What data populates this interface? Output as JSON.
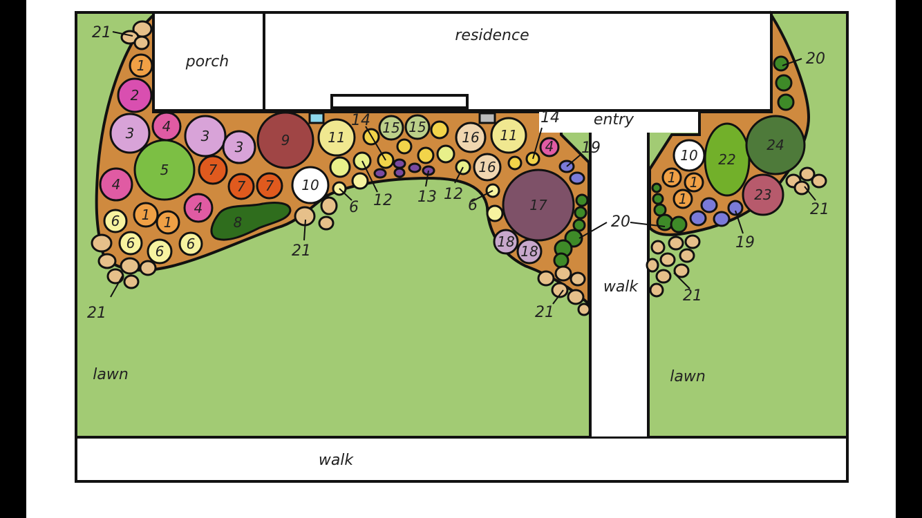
{
  "labels": {
    "residence": "residence",
    "porch": "porch",
    "entry": "entry",
    "walk_bottom": "walk",
    "walk_side": "walk",
    "lawn_left": "lawn",
    "lawn_right": "lawn"
  },
  "plants": {
    "p1": "1",
    "p2": "2",
    "p3": "3",
    "p4": "4",
    "p5": "5",
    "p6": "6",
    "p7": "7",
    "p8": "8",
    "p9": "9",
    "p10": "10",
    "p11": "11",
    "p12": "12",
    "p13": "13",
    "p14": "14",
    "p15": "15",
    "p16": "16",
    "p17": "17",
    "p18": "18",
    "p19": "19",
    "p20": "20",
    "p21": "21",
    "p22": "22",
    "p23": "23",
    "p24": "24"
  },
  "colors": {
    "background": "#000000",
    "page": "#ffffff",
    "lawn": "#a2cb74",
    "mulch": "#cf8a3f",
    "outline": "#111111",
    "pink_magenta": "#e05ba3",
    "magenta": "#d94fb0",
    "light_purple": "#d8a3d8",
    "green_5": "#7cbf44",
    "orange_7": "#e05a1e",
    "dark_green_8": "#2f6d1d",
    "maroon_9": "#a04545",
    "light_yellow_11": "#f0e890",
    "yellow_12": "#e8f08a",
    "purple_13": "#7a4aa0",
    "gold_14": "#f2d44a",
    "sage_15": "#bcd08a",
    "peach_16": "#f0d6b0",
    "plum_17": "#7e5168",
    "lavender_18": "#c8a8cc",
    "blue_19": "#7a7ad8",
    "green_20": "#3e8a28",
    "tan_21": "#e6c08a",
    "green_22": "#72b02a",
    "rose_23": "#b75a6c",
    "green_24": "#4e7a3a",
    "orange_1": "#f0a045",
    "pale_yellow_6": "#f7f3a0",
    "white_10": "#ffffff",
    "window_blue": "#8ed8ec",
    "vent_grey": "#bbbbbb"
  }
}
